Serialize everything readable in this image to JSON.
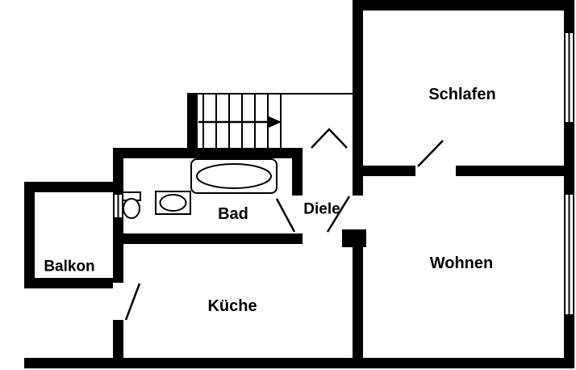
{
  "colors": {
    "wall": "#000000",
    "background": "#ffffff"
  },
  "rooms": {
    "schlafen": {
      "label": "Schlafen"
    },
    "wohnen": {
      "label": "Wohnen"
    },
    "diele": {
      "label": "Diele"
    },
    "bad": {
      "label": "Bad"
    },
    "kueche": {
      "label": "Küche"
    },
    "balkon": {
      "label": "Balkon"
    }
  }
}
